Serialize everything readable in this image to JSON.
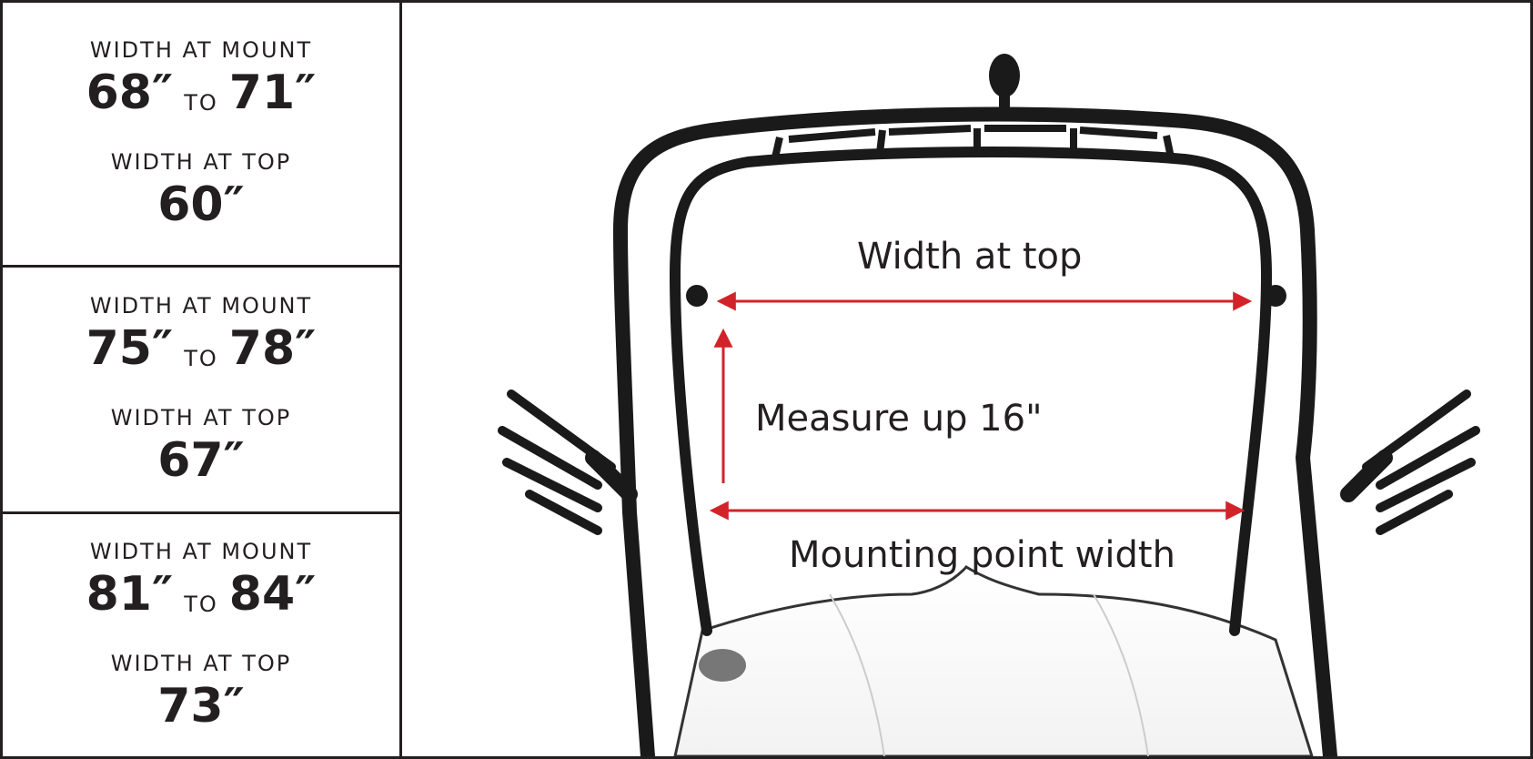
{
  "sizes": [
    {
      "mount_label": "WIDTH AT MOUNT",
      "mount_min": "68″",
      "to": "TO",
      "mount_max": "71″",
      "top_label": "WIDTH AT TOP",
      "top_value": "60″"
    },
    {
      "mount_label": "WIDTH AT MOUNT",
      "mount_min": "75″",
      "to": "TO",
      "mount_max": "78″",
      "top_label": "WIDTH AT TOP",
      "top_value": "67″"
    },
    {
      "mount_label": "WIDTH AT MOUNT",
      "mount_min": "81″",
      "to": "TO",
      "mount_max": "84″",
      "top_label": "WIDTH AT TOP",
      "top_value": "73″"
    }
  ],
  "diagram": {
    "width_at_top_label": "Width at top",
    "measure_up_label": "Measure up 16\"",
    "mounting_width_label": "Mounting point width",
    "arrow_color": "#d2232a",
    "frame_color": "#1a1a1a"
  }
}
